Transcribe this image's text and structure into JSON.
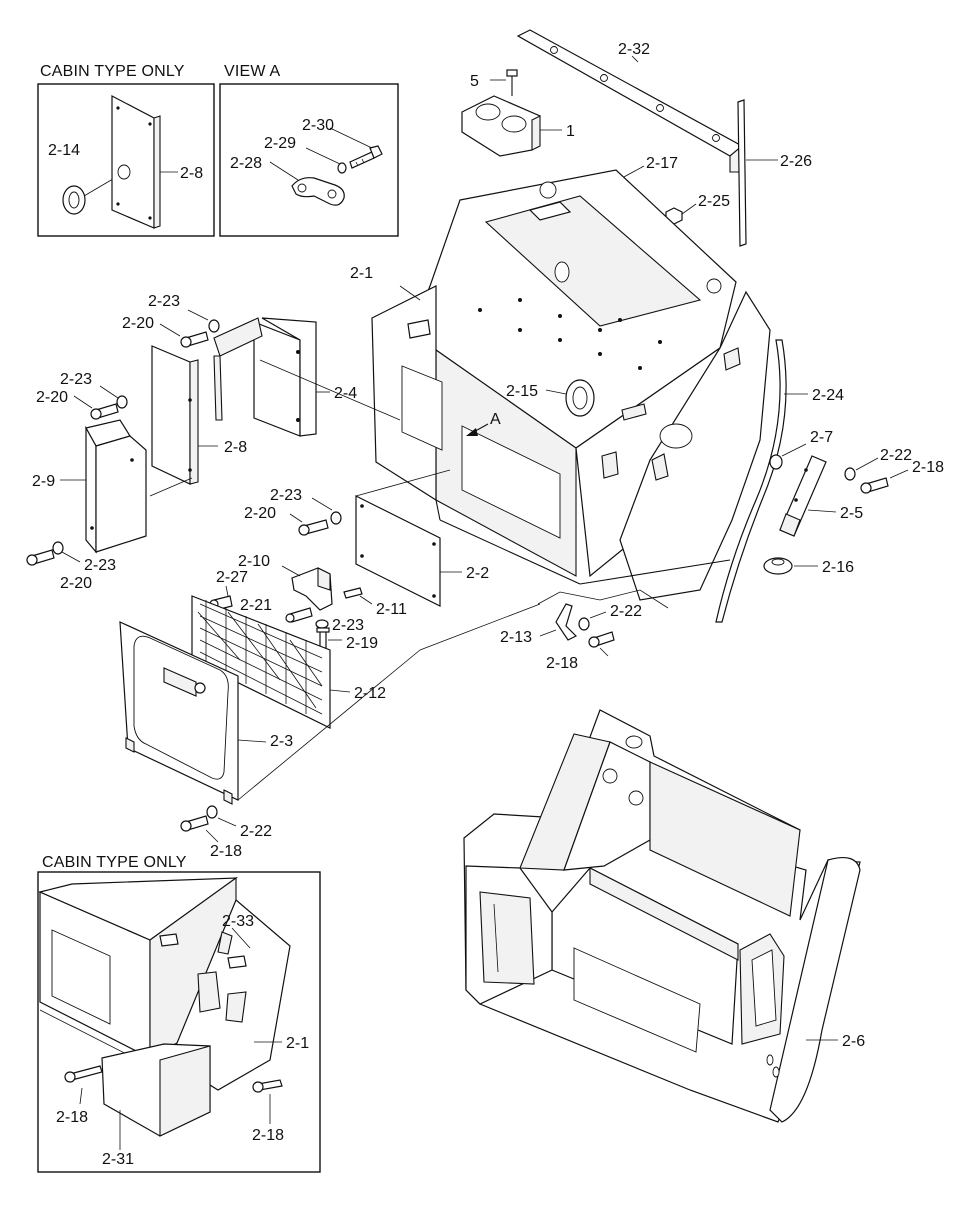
{
  "panels": {
    "cabin_top": "CABIN TYPE ONLY",
    "view_a": "VIEW A",
    "cabin_bottom": "CABIN TYPE ONLY"
  },
  "view_marker": "A",
  "callouts": {
    "c2_32": "2-32",
    "c5": "5",
    "c1": "1",
    "c2_17": "2-17",
    "c2_26": "2-26",
    "c2_25": "2-25",
    "c2_14": "2-14",
    "c2_8a": "2-8",
    "c2_30": "2-30",
    "c2_29": "2-29",
    "c2_28": "2-28",
    "c2_1a": "2-1",
    "c2_23a": "2-23",
    "c2_20a": "2-20",
    "c2_4": "2-4",
    "c2_23b": "2-23",
    "c2_20b": "2-20",
    "c2_8b": "2-8",
    "c2_15": "2-15",
    "c2_24": "2-24",
    "c2_7": "2-7",
    "c2_22a": "2-22",
    "c2_18a": "2-18",
    "c2_9": "2-9",
    "c2_23c": "2-23",
    "c2_20c": "2-20",
    "c2_5": "2-5",
    "c2_16": "2-16",
    "c2_23d": "2-23",
    "c2_20d": "2-20",
    "c2_10": "2-10",
    "c2_2": "2-2",
    "c2_27": "2-27",
    "c2_21": "2-21",
    "c2_11": "2-11",
    "c2_23e": "2-23",
    "c2_19": "2-19",
    "c2_22b": "2-22",
    "c2_13": "2-13",
    "c2_18b": "2-18",
    "c2_12": "2-12",
    "c2_3": "2-3",
    "c2_22c": "2-22",
    "c2_18c": "2-18",
    "c2_33": "2-33",
    "c2_1b": "2-1",
    "c2_6": "2-6",
    "c2_18d": "2-18",
    "c2_18e": "2-18",
    "c2_31": "2-31"
  }
}
